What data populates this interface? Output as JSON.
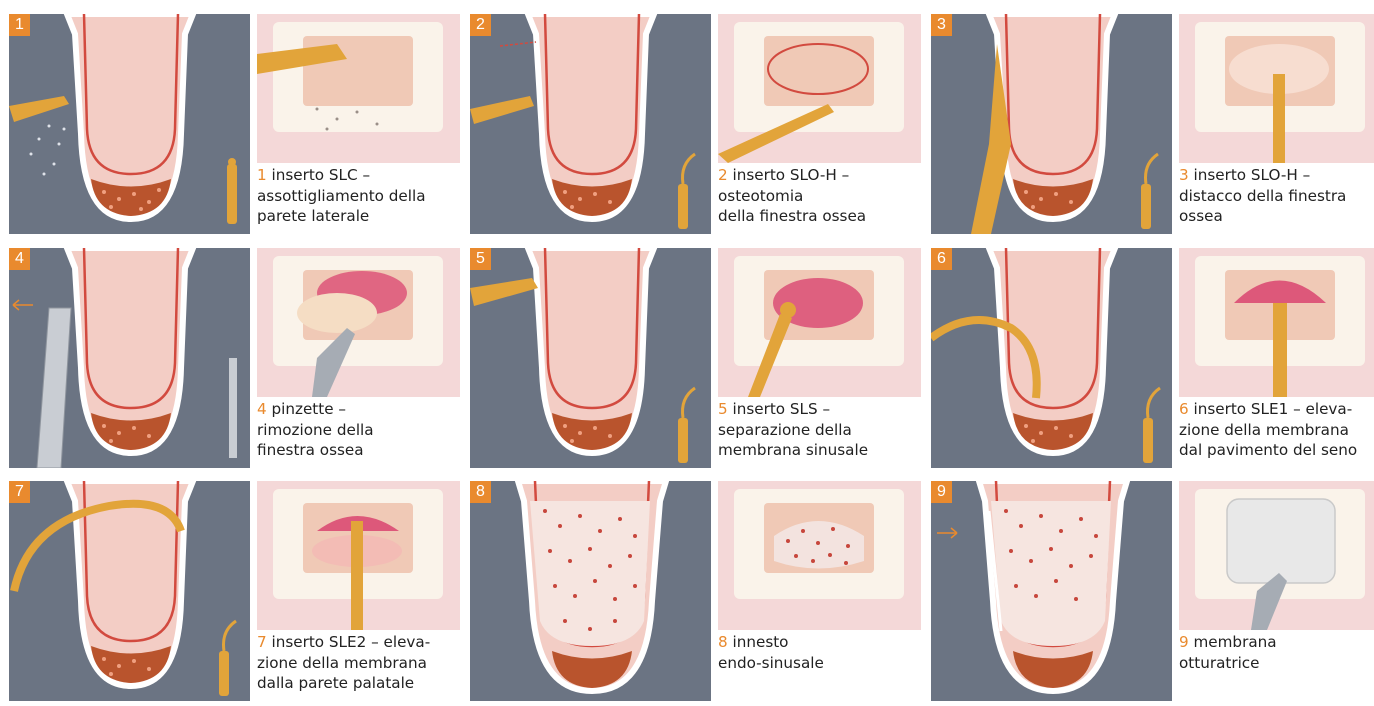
{
  "colors": {
    "background": "#ffffff",
    "section_bg": "#6b7483",
    "tooth": "#f3cdc5",
    "outline": "#d24a3f",
    "bone": "#b9542d",
    "accent": "#e98a2e",
    "instrument": "#e2a43a",
    "gum": "#f4d8d8",
    "membrane": "#d83c6c"
  },
  "steps": [
    {
      "number": "1",
      "caption": "inserto SLC –\nassottigliamento della\nparete laterale",
      "icons": [
        "tooth-section-icon",
        "ultrasonic-insert-icon",
        "bone-window-icon"
      ]
    },
    {
      "number": "2",
      "caption": "inserto SLO-H –\nosteotomia\ndella finestra ossea",
      "icons": [
        "tooth-section-icon",
        "ultrasonic-insert-icon",
        "bone-window-icon"
      ]
    },
    {
      "number": "3",
      "caption": "inserto SLO-H –\ndistacco della finestra\nossea",
      "icons": [
        "tooth-section-icon",
        "ultrasonic-insert-icon",
        "bone-window-icon"
      ]
    },
    {
      "number": "4",
      "caption": "pinzette –\nrimozione della\nfinestra ossea",
      "icons": [
        "tooth-section-icon",
        "tweezers-icon",
        "arrow-left-icon",
        "bone-window-icon"
      ]
    },
    {
      "number": "5",
      "caption": "inserto SLS –\nseparazione della\nmembrana sinusale",
      "icons": [
        "tooth-section-icon",
        "ultrasonic-insert-icon",
        "sinus-membrane-icon"
      ]
    },
    {
      "number": "6",
      "caption": "inserto SLE1 – eleva-\nzione della membrana\ndal pavimento del seno",
      "icons": [
        "tooth-section-icon",
        "ultrasonic-insert-icon",
        "sinus-membrane-icon"
      ]
    },
    {
      "number": "7",
      "caption": "inserto SLE2 – eleva-\nzione della membrana\ndalla parete palatale",
      "icons": [
        "tooth-section-icon",
        "ultrasonic-insert-icon",
        "sinus-membrane-icon"
      ]
    },
    {
      "number": "8",
      "caption": "innesto\nendo-sinusale",
      "icons": [
        "tooth-section-icon",
        "bone-graft-icon"
      ]
    },
    {
      "number": "9",
      "caption": "membrana\notturatrice",
      "icons": [
        "tooth-section-icon",
        "arrow-right-icon",
        "barrier-membrane-icon"
      ]
    }
  ]
}
